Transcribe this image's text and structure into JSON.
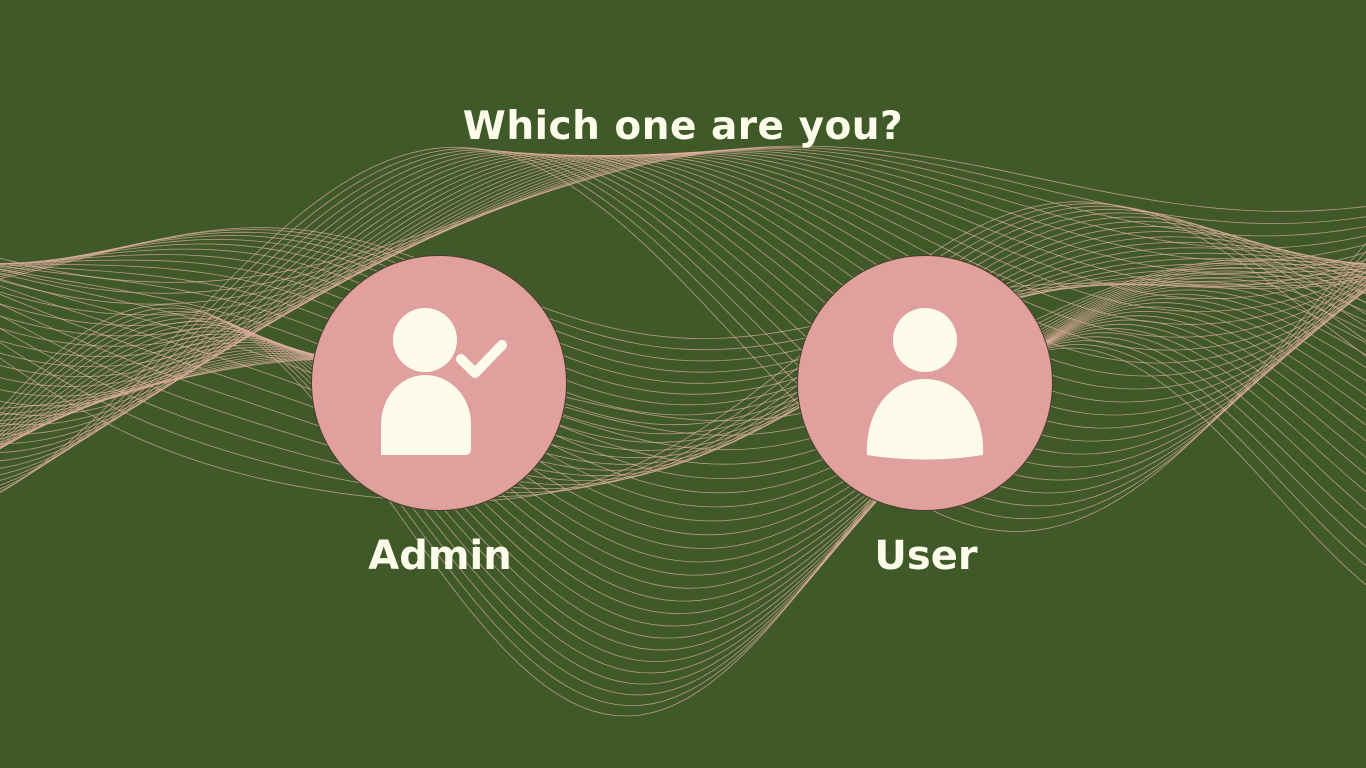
{
  "page": {
    "title": "Which one are you?"
  },
  "roles": [
    {
      "label": "Admin",
      "icon": "admin-check-icon"
    },
    {
      "label": "User",
      "icon": "user-icon"
    }
  ],
  "colors": {
    "background": "#3f5a28",
    "circle": "#e0a09e",
    "icon": "#fdfbea",
    "text": "#fdfbea",
    "waves": "#e4b0a4"
  }
}
